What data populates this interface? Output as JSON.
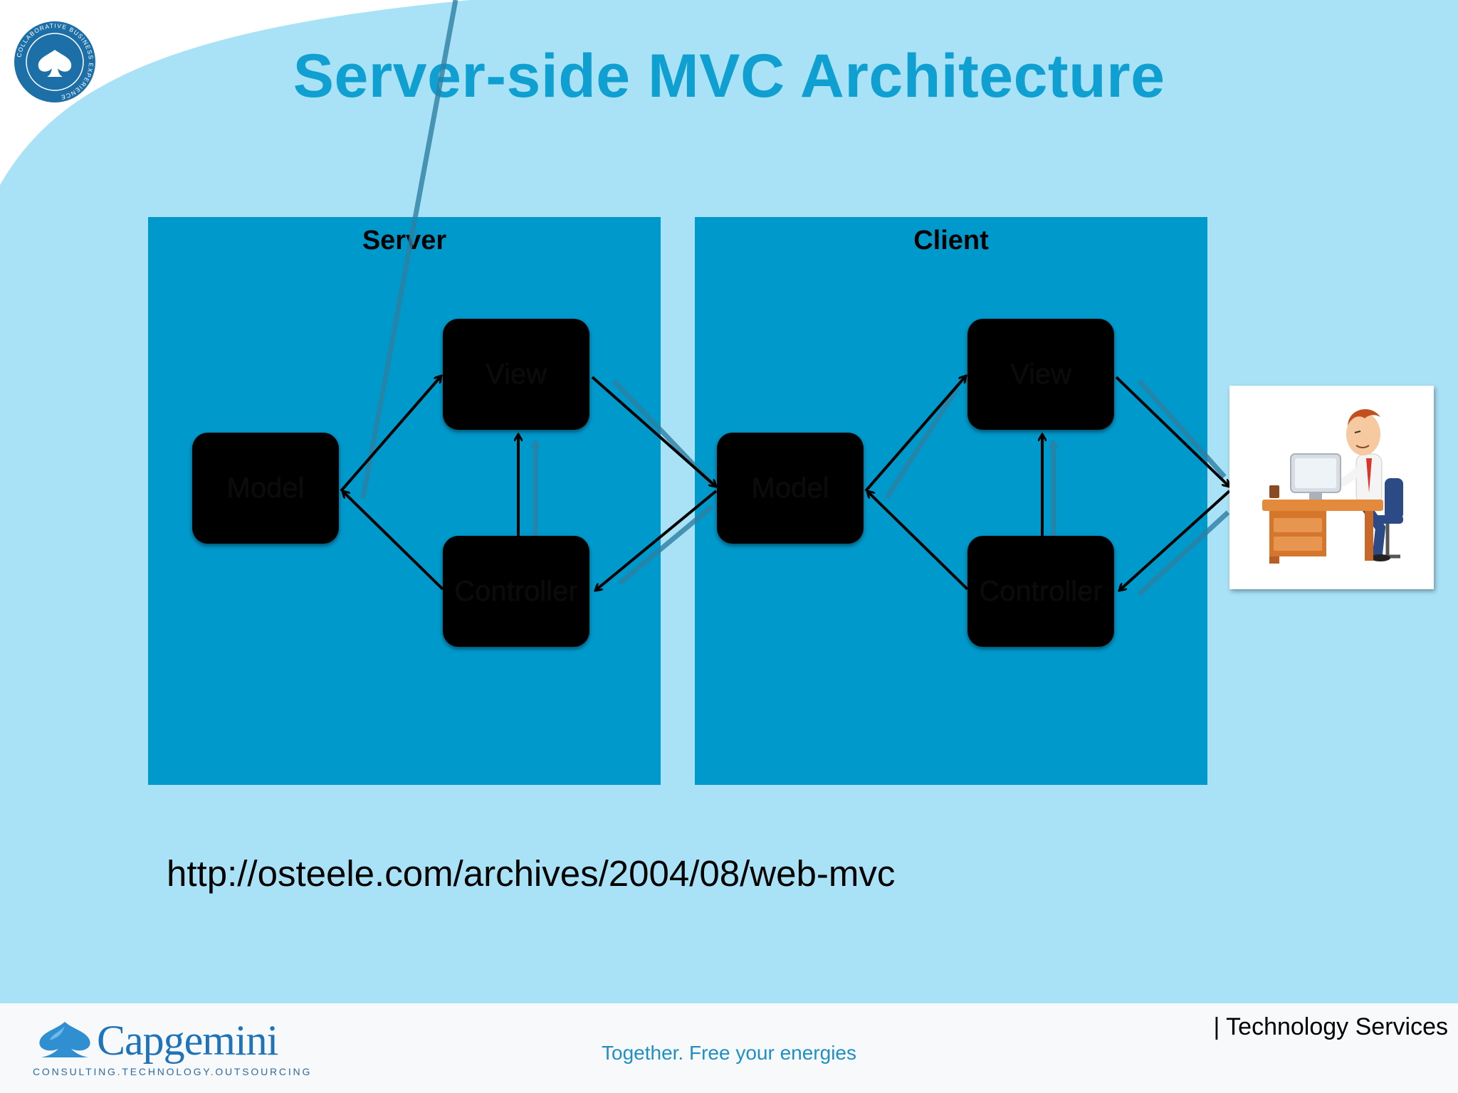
{
  "slide": {
    "title": "Server-side MVC Architecture",
    "url": "http://osteele.com/archives/2004/08/web-mvc"
  },
  "panels": [
    {
      "label": "Server",
      "nodes": {
        "model": "Model",
        "view": "View",
        "controller": "Controller"
      }
    },
    {
      "label": "Client",
      "nodes": {
        "model": "Model",
        "view": "View",
        "controller": "Controller"
      }
    }
  ],
  "badge": {
    "text": "COLLABORATIVE BUSINESS EXPERIENCE"
  },
  "footer": {
    "brand": "Capgemini",
    "brand_tagline": "CONSULTING.TECHNOLOGY.OUTSOURCING",
    "slogan": "Together. Free your energies",
    "services": "| Technology Services"
  },
  "colors": {
    "background": "#a9e2f7",
    "title": "#0f9fd0",
    "panel": "#0099cb",
    "node": "#000000",
    "footer": "#f7f9fb"
  },
  "icons": [
    "spade-badge-icon",
    "person-at-desk-icon",
    "capgemini-spade-icon"
  ]
}
